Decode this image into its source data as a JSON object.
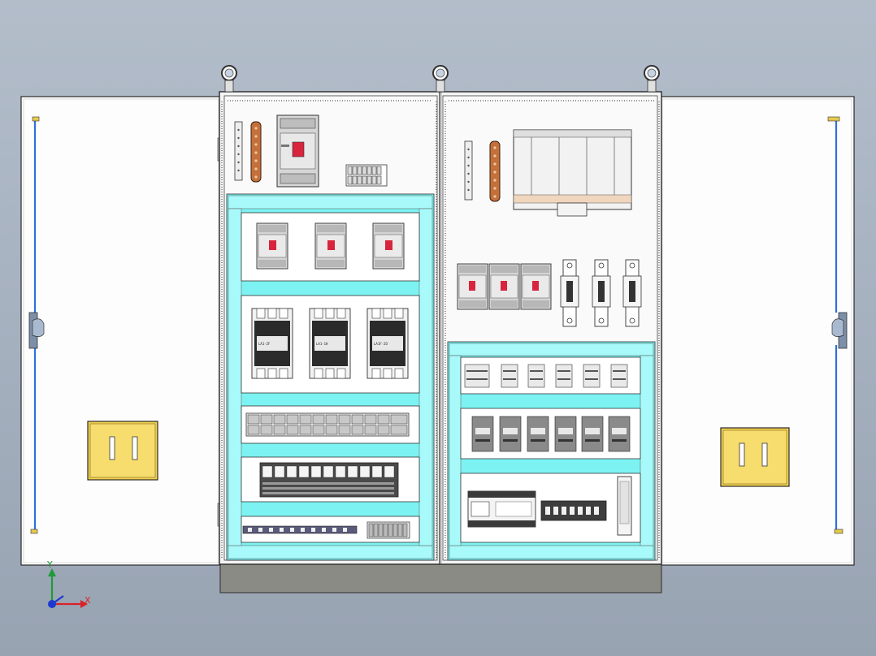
{
  "viewport": {
    "axes": {
      "x_label": "X",
      "y_label": "Y",
      "colors": {
        "x": "#d8232a",
        "y": "#1f9a3a",
        "z": "#1c3ad0"
      }
    }
  },
  "cabinet": {
    "colors": {
      "frame": "#f4f4f4",
      "mounting_rail": "#7cf3f2",
      "door": "#fdfdfd",
      "handle_plate": "#f3d04d",
      "base": "#8b8b86",
      "busbar_copper": "#c4703b",
      "outline": "#2b2b2b"
    },
    "lifting_eyes": 3,
    "left_section": {
      "top_row_breakers": 3,
      "contactors": 3,
      "contactor_labels": [
        "LA1-2F",
        "LA1-1H",
        "LA1F-2D"
      ],
      "terminal_blocks_row": 12,
      "relay_modules": 11,
      "bottom_rail_terminals": 10
    },
    "right_section": {
      "small_breakers": 3,
      "fuse_holders": 3,
      "terminal_groups": 6,
      "meter_modules": 6
    }
  }
}
